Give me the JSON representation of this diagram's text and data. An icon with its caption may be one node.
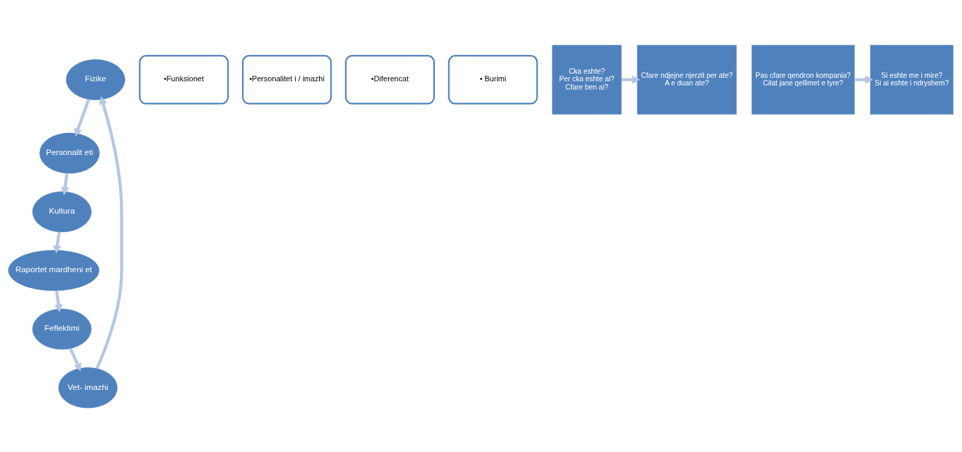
{
  "diagram": {
    "nodes": [
      {
        "text": [
          "Fizike"
        ]
      },
      {
        "text": [
          "Personalit eti"
        ]
      },
      {
        "text": [
          "Kultura"
        ]
      },
      {
        "text": [
          "Raportet mardheni et"
        ]
      },
      {
        "text": [
          "Feflektimi"
        ]
      },
      {
        "text": [
          "Vet- imazhi"
        ]
      },
      {
        "text": [
          "•Funksionet"
        ]
      },
      {
        "text": [
          "•Personalitet i / imazhi"
        ]
      },
      {
        "text": [
          "•Diferencat"
        ]
      },
      {
        "text": [
          "• Burimi"
        ]
      },
      {
        "text": [
          "Cka eshte?",
          "Per cka eshte ai?",
          "Cfare ben ai?"
        ]
      },
      {
        "text": [
          "Cfare ndjejne njerzit per ate?",
          "A e duan ate?"
        ]
      },
      {
        "text": [
          "Si eshte me i mire?",
          "Si ai eshte i ndryshem?"
        ]
      },
      {
        "text": [
          "Pas cfare qendron kompania?",
          "Cilat jane qellimet e tyre?"
        ]
      }
    ],
    "edges": [
      {
        "from": 0,
        "to": 1,
        "arrow": "to"
      },
      {
        "from": 1,
        "to": 2,
        "arrow": "to"
      },
      {
        "from": 2,
        "to": 3,
        "arrow": "to"
      },
      {
        "from": 3,
        "to": 4,
        "arrow": "to"
      },
      {
        "from": 4,
        "to": 5,
        "arrow": "to"
      },
      {
        "from": 5,
        "to": 0,
        "arrow": "to"
      },
      {
        "from": 10,
        "to": 11,
        "arrow": "to"
      },
      {
        "from": 13,
        "to": 12,
        "arrow": "to"
      }
    ]
  }
}
